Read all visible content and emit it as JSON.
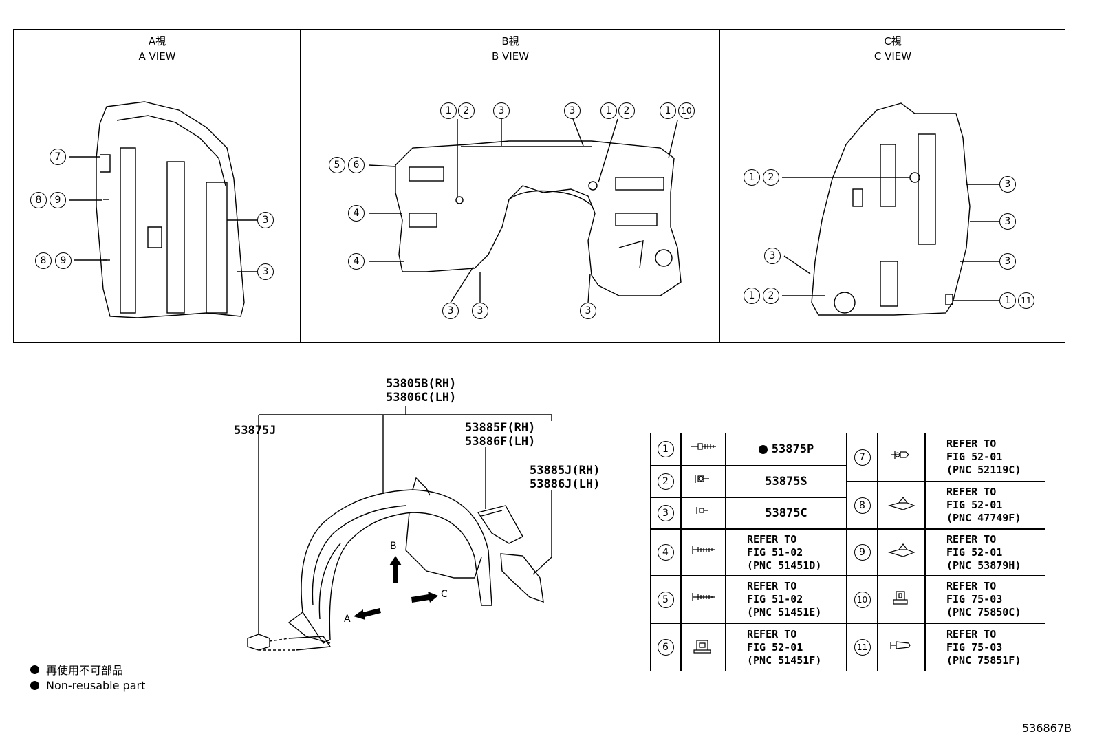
{
  "views": [
    {
      "jp": "A視",
      "en": "A VIEW"
    },
    {
      "jp": "B視",
      "en": "B VIEW"
    },
    {
      "jp": "C視",
      "en": "C VIEW"
    }
  ],
  "callouts": {
    "n1": "1",
    "n2": "2",
    "n3": "3",
    "n4": "4",
    "n5": "5",
    "n6": "6",
    "n7": "7",
    "n8": "8",
    "n9": "9",
    "n10": "10",
    "n11": "11"
  },
  "part_numbers": {
    "liner_rh": "53805B(RH)",
    "liner_lh": "53806C(LH)",
    "clip": "53875J",
    "shield_f_rh": "53885F(RH)",
    "shield_f_lh": "53886F(LH)",
    "shield_j_rh": "53885J(RH)",
    "shield_j_lh": "53886J(LH)"
  },
  "arrows": {
    "a": "A",
    "b": "B",
    "c": "C"
  },
  "parts_table": [
    {
      "num": "1",
      "icon": "screw-clip-icon",
      "text": "53875P",
      "non_reusable": true
    },
    {
      "num": "2",
      "icon": "push-clip-icon",
      "text": "53875S"
    },
    {
      "num": "3",
      "icon": "push-clip-small-icon",
      "text": "53875C"
    },
    {
      "num": "4",
      "icon": "screw-icon",
      "text": "REFER TO\nFIG 51-02\n(PNC 51451D)"
    },
    {
      "num": "5",
      "icon": "screw-icon",
      "text": "REFER TO\nFIG 51-02\n(PNC 51451E)"
    },
    {
      "num": "6",
      "icon": "nut-clip-icon",
      "text": "REFER TO\nFIG 52-01\n(PNC 51451F)"
    },
    {
      "num": "7",
      "icon": "rivet-clip-icon",
      "text": "REFER TO\nFIG 52-01\n(PNC 52119C)"
    },
    {
      "num": "8",
      "icon": "trim-clip-icon",
      "text": "REFER TO\nFIG 52-01\n(PNC 47749F)"
    },
    {
      "num": "9",
      "icon": "trim-clip-icon",
      "text": "REFER TO\nFIG 52-01\n(PNC 53879H)"
    },
    {
      "num": "10",
      "icon": "retainer-icon",
      "text": "REFER TO\nFIG 75-03\n(PNC 75850C)"
    },
    {
      "num": "11",
      "icon": "push-rivet-icon",
      "text": "REFER TO\nFIG 75-03\n(PNC 75851F)"
    }
  ],
  "legend": {
    "jp": "再使用不可部品",
    "en": "Non-reusable part"
  },
  "figure_id": "536867B"
}
